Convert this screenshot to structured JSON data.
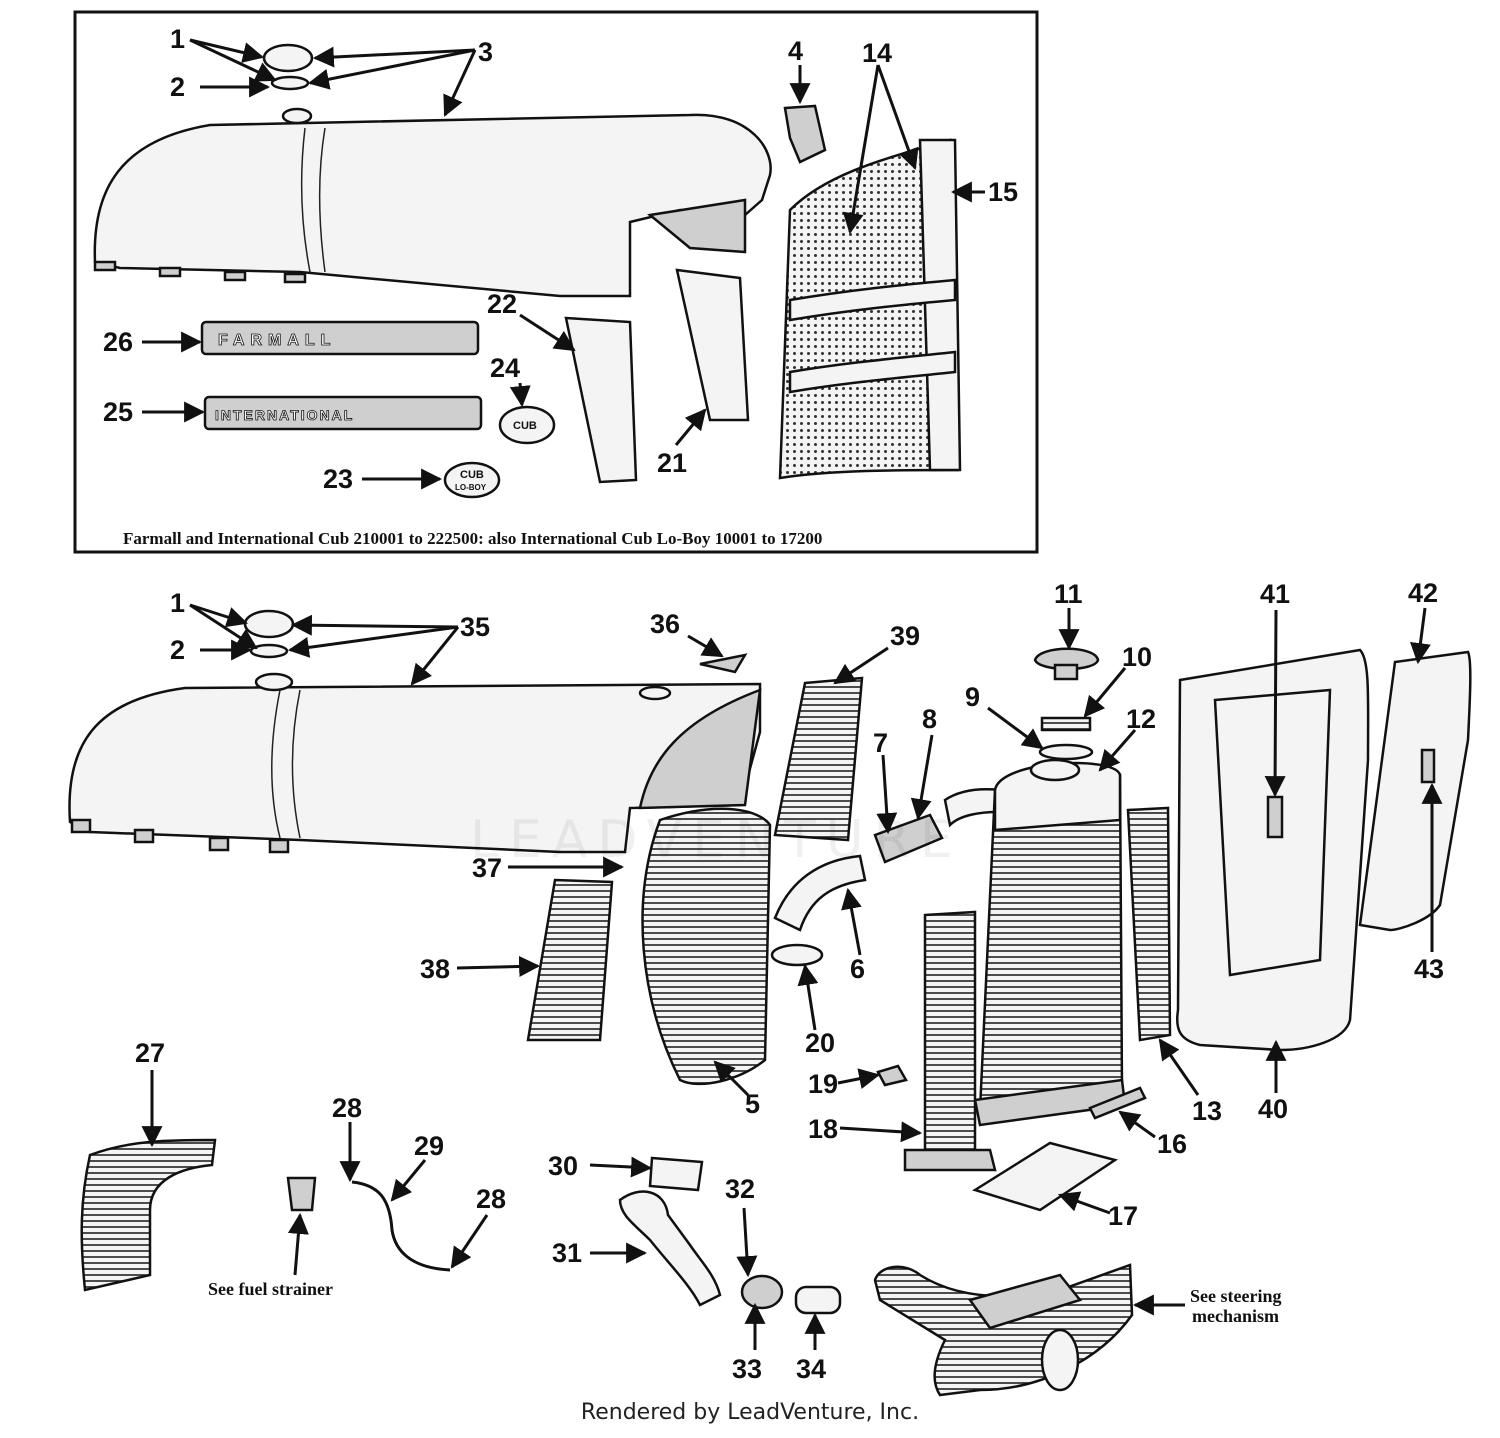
{
  "caption": "Farmall and International Cub 210001 to 222500: also International Cub Lo-Boy 10001 to 17200",
  "top_callouts": [
    "1",
    "2",
    "3",
    "4",
    "14",
    "15",
    "22",
    "26",
    "24",
    "25",
    "21",
    "23"
  ],
  "bottom_callouts": [
    "1",
    "2",
    "35",
    "36",
    "39",
    "11",
    "10",
    "9",
    "8",
    "12",
    "7",
    "41",
    "42",
    "37",
    "6",
    "38",
    "20",
    "43",
    "5",
    "19",
    "13",
    "40",
    "18",
    "16",
    "27",
    "28",
    "29",
    "30",
    "17",
    "32",
    "31",
    "28",
    "33",
    "34"
  ],
  "plates": {
    "farmall": "FARMALL",
    "international": "INTERNATIONAL"
  },
  "badges": {
    "cub": "CUB",
    "cub_loboy_top": "CUB",
    "cub_loboy_bottom": "LO-BOY"
  },
  "notes": {
    "fuel_strainer": "See fuel strainer",
    "steering_line1": "See steering",
    "steering_line2": "mechanism"
  },
  "watermark": "LEADVENTURE",
  "footer": "Rendered by LeadVenture, Inc."
}
